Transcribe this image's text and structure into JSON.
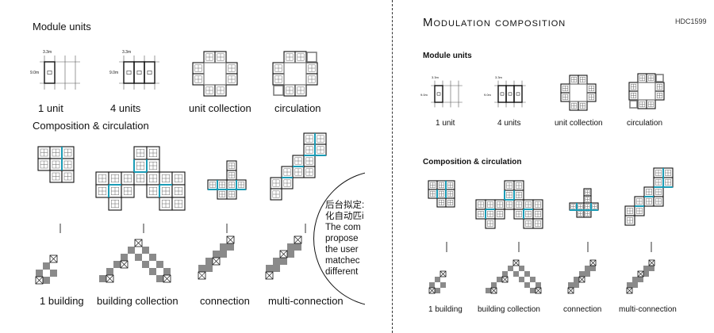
{
  "left_panel": {
    "module_units_heading": "Module units",
    "dim_width": "3.3m",
    "dim_depth": "9.0m",
    "module_labels": [
      "1 unit",
      "4 units",
      "unit collection",
      "circulation"
    ],
    "composition_heading": "Composition & circulation",
    "composition_labels": [
      "1 building",
      "building collection",
      "connection",
      "multi-connection"
    ],
    "callout_lines": [
      "后台拟定:",
      "化自动匹i",
      "The com",
      "propose",
      "the user",
      "matchec",
      "different"
    ]
  },
  "right_panel": {
    "title": "Modulation composition",
    "code": "HDC1599",
    "module_units_heading": "Module units",
    "dim_width": "3.3m",
    "dim_depth": "9.0m",
    "module_labels": [
      "1 unit",
      "4 units",
      "unit collection",
      "circulation"
    ],
    "composition_heading": "Composition & circulation",
    "composition_labels": [
      "1 building",
      "building collection",
      "connection",
      "multi-connection"
    ]
  },
  "colors": {
    "circulation": "#1a9bb5",
    "checker": "#8a8a8a",
    "line": "#111111"
  }
}
